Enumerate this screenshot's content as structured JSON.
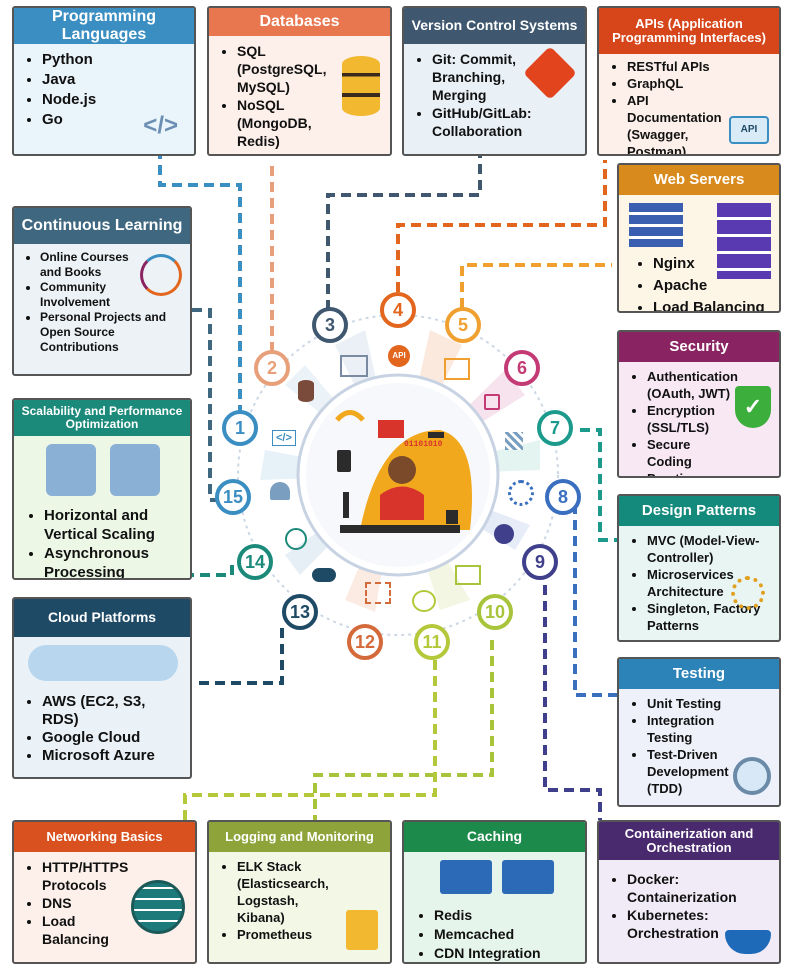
{
  "cards": [
    {
      "id": "programming-languages",
      "title": "Programming Languages",
      "items": [
        "Python",
        "Java",
        "Node.js",
        "Go"
      ],
      "header_color": "#3b8ec2",
      "body_color": "#eaf4fb"
    },
    {
      "id": "databases",
      "title": "Databases",
      "items": [
        "SQL (PostgreSQL, MySQL)",
        "NoSQL (MongoDB, Redis)"
      ],
      "header_color": "#e8764f",
      "body_color": "#fdf0ea"
    },
    {
      "id": "version-control",
      "title": "Version Control Systems",
      "items": [
        "Git: Commit, Branching, Merging",
        "GitHub/GitLab: Collaboration"
      ],
      "header_color": "#3f5870",
      "body_color": "#e9f0f6"
    },
    {
      "id": "apis",
      "title": "APIs (Application Programming Interfaces)",
      "items": [
        "RESTful APIs",
        "GraphQL",
        "API Documentation (Swagger, Postman)"
      ],
      "header_color": "#d7461a",
      "body_color": "#fdf0ea"
    },
    {
      "id": "continuous-learning",
      "title": "Continuous Learning",
      "items": [
        "Online Courses and Books",
        "Community Involvement",
        "Personal Projects and Open Source Contributions"
      ],
      "header_color": "#3f6880",
      "body_color": "#ecf2f6"
    },
    {
      "id": "web-servers",
      "title": "Web Servers",
      "items": [
        "Nginx",
        "Apache",
        "Load Balancing"
      ],
      "header_color": "#d88a1c",
      "body_color": "#fdf5e6"
    },
    {
      "id": "scalability",
      "title": "Scalability and Performance Optimization",
      "items": [
        "Horizontal and Vertical Scaling",
        "Asynchronous Processing"
      ],
      "header_color": "#1c8a7a",
      "body_color": "#edf7e6"
    },
    {
      "id": "security",
      "title": "Security",
      "items": [
        "Authentication (OAuth, JWT)",
        "Encryption (SSL/TLS)",
        "Secure Coding Practices"
      ],
      "header_color": "#8a2362",
      "body_color": "#f8e8f4"
    },
    {
      "id": "design-patterns",
      "title": "Design Patterns",
      "items": [
        "MVC (Model-View-Controller)",
        "Microservices Architecture",
        "Singleton, Factory Patterns"
      ],
      "header_color": "#138a7c",
      "body_color": "#e8f5f3"
    },
    {
      "id": "cloud-platforms",
      "title": "Cloud Platforms",
      "items": [
        "AWS (EC2, S3, RDS)",
        "Google Cloud",
        "Microsoft Azure"
      ],
      "header_color": "#1f4a66",
      "body_color": "#eaf2f8"
    },
    {
      "id": "testing",
      "title": "Testing",
      "items": [
        "Unit Testing",
        "Integration Testing",
        "Test-Driven Development (TDD)"
      ],
      "header_color": "#2c83b8",
      "body_color": "#eef1fa"
    },
    {
      "id": "networking",
      "title": "Networking Basics",
      "items": [
        "HTTP/HTTPS Protocols",
        "DNS",
        "Load Balancing"
      ],
      "header_color": "#d9511e",
      "body_color": "#fdf0ea"
    },
    {
      "id": "logging",
      "title": "Logging and Monitoring",
      "items": [
        "ELK Stack (Elasticsearch, Logstash, Kibana)",
        "Prometheus"
      ],
      "header_color": "#8ea43a",
      "body_color": "#f3f7e6"
    },
    {
      "id": "caching",
      "title": "Caching",
      "items": [
        "Redis",
        "Memcached",
        "CDN Integration"
      ],
      "header_color": "#1b8a4a",
      "body_color": "#e6f5ec"
    },
    {
      "id": "containerization",
      "title": "Containerization and Orchestration",
      "items": [
        "Docker: Containerization",
        "Kubernetes: Orchestration"
      ],
      "header_color": "#4a2a6e",
      "body_color": "#f1ebf7"
    }
  ],
  "nodes": [
    {
      "label": "1",
      "color": "#3b8ec2"
    },
    {
      "label": "2",
      "color": "#e8a07a"
    },
    {
      "label": "3",
      "color": "#3f5870"
    },
    {
      "label": "4",
      "color": "#e2661e"
    },
    {
      "label": "5",
      "color": "#f0a030"
    },
    {
      "label": "6",
      "color": "#c43a74"
    },
    {
      "label": "7",
      "color": "#1c9a8c"
    },
    {
      "label": "8",
      "color": "#3a6fc0"
    },
    {
      "label": "9",
      "color": "#3f3f8c"
    },
    {
      "label": "10",
      "color": "#a8c43a"
    },
    {
      "label": "11",
      "color": "#b4c83a"
    },
    {
      "label": "12",
      "color": "#d46a3a"
    },
    {
      "label": "13",
      "color": "#1f4a66"
    },
    {
      "label": "14",
      "color": "#1c8a7a"
    },
    {
      "label": "15",
      "color": "#3b8ec2"
    }
  ],
  "icons": {
    "code": "</>",
    "api": "API",
    "center_binary": "01101010"
  }
}
